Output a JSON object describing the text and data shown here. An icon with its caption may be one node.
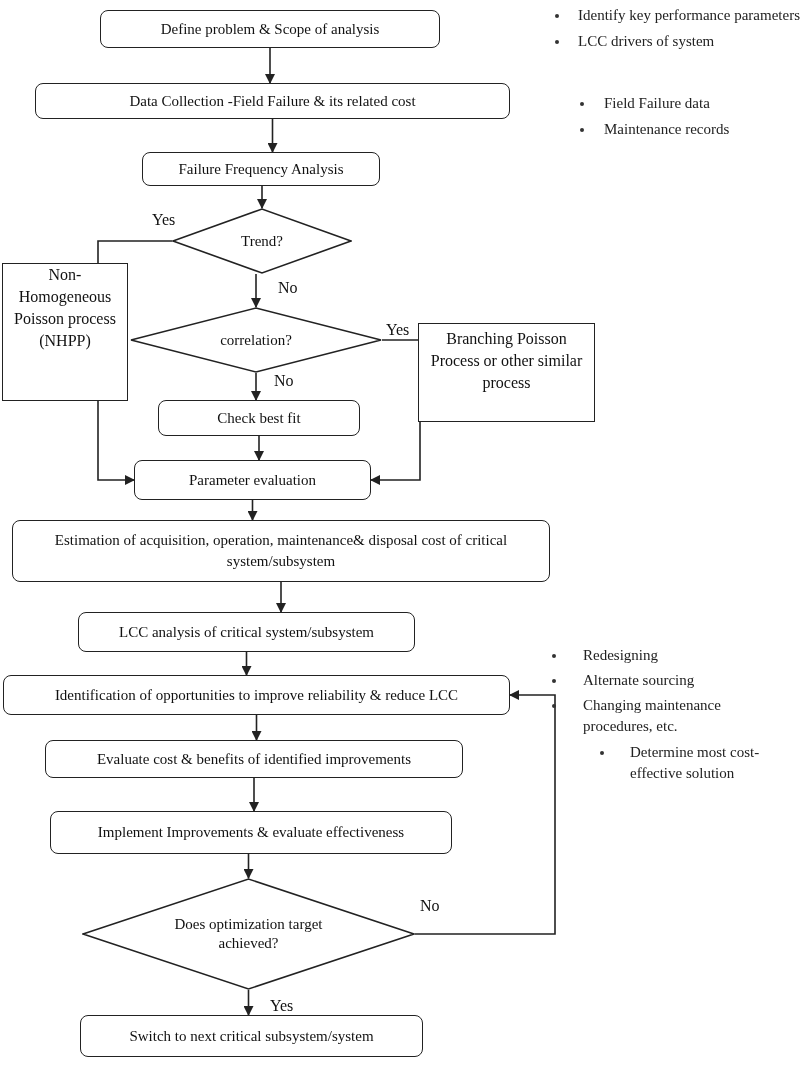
{
  "diagram": {
    "nodes": [
      {
        "text": [
          "Define problem & Scope of analysis"
        ]
      },
      {
        "text": [
          "Data Collection -Field Failure & its related cost"
        ]
      },
      {
        "text": [
          "Failure Frequency Analysis"
        ]
      },
      {
        "text": [
          "Trend?"
        ]
      },
      {
        "text": [
          "Non-Homogeneous Poisson process (NHPP)"
        ]
      },
      {
        "text": [
          "correlation?"
        ]
      },
      {
        "text": [
          "Branching Poisson Process or other similar process"
        ]
      },
      {
        "text": [
          "Check best fit"
        ]
      },
      {
        "text": [
          "Parameter evaluation"
        ]
      },
      {
        "text": [
          "Estimation of acquisition, operation, maintenance& disposal cost of critical system/subsystem"
        ]
      },
      {
        "text": [
          "LCC analysis of critical system/subsystem"
        ]
      },
      {
        "text": [
          "Identification of opportunities to improve reliability & reduce LCC"
        ]
      },
      {
        "text": [
          "Evaluate cost & benefits of identified improvements"
        ]
      },
      {
        "text": [
          "Implement Improvements & evaluate effectiveness"
        ]
      },
      {
        "text": [
          "Does optimization target achieved?"
        ]
      },
      {
        "text": [
          "Switch to next critical subsystem/system"
        ]
      }
    ],
    "edges": [
      {
        "from": 0,
        "to": 1,
        "arrow": "to"
      },
      {
        "from": 1,
        "to": 2,
        "arrow": "to"
      },
      {
        "from": 2,
        "to": 3,
        "arrow": "to"
      },
      {
        "from": 3,
        "to": 4,
        "arrow": "none",
        "label": "Yes"
      },
      {
        "from": 3,
        "to": 5,
        "arrow": "to",
        "label": "No"
      },
      {
        "from": 5,
        "to": 6,
        "arrow": "none",
        "label": "Yes"
      },
      {
        "from": 5,
        "to": 7,
        "arrow": "to",
        "label": "No"
      },
      {
        "from": 4,
        "to": 8,
        "arrow": "to"
      },
      {
        "from": 6,
        "to": 8,
        "arrow": "to"
      },
      {
        "from": 7,
        "to": 8,
        "arrow": "to"
      },
      {
        "from": 8,
        "to": 9,
        "arrow": "to"
      },
      {
        "from": 9,
        "to": 10,
        "arrow": "to"
      },
      {
        "from": 10,
        "to": 11,
        "arrow": "to"
      },
      {
        "from": 11,
        "to": 12,
        "arrow": "to"
      },
      {
        "from": 12,
        "to": 13,
        "arrow": "to"
      },
      {
        "from": 13,
        "to": 14,
        "arrow": "to"
      },
      {
        "from": 14,
        "to": 11,
        "arrow": "to",
        "label": "No"
      },
      {
        "from": 14,
        "to": 15,
        "arrow": "to",
        "label": "Yes"
      }
    ],
    "labels": [
      "Identify key performance parameters",
      "LCC drivers of system",
      "Field Failure data",
      "Maintenance records",
      "Redesigning",
      "Alternate sourcing",
      "Changing maintenance procedures, etc.",
      "Determine most cost-effective solution"
    ]
  }
}
